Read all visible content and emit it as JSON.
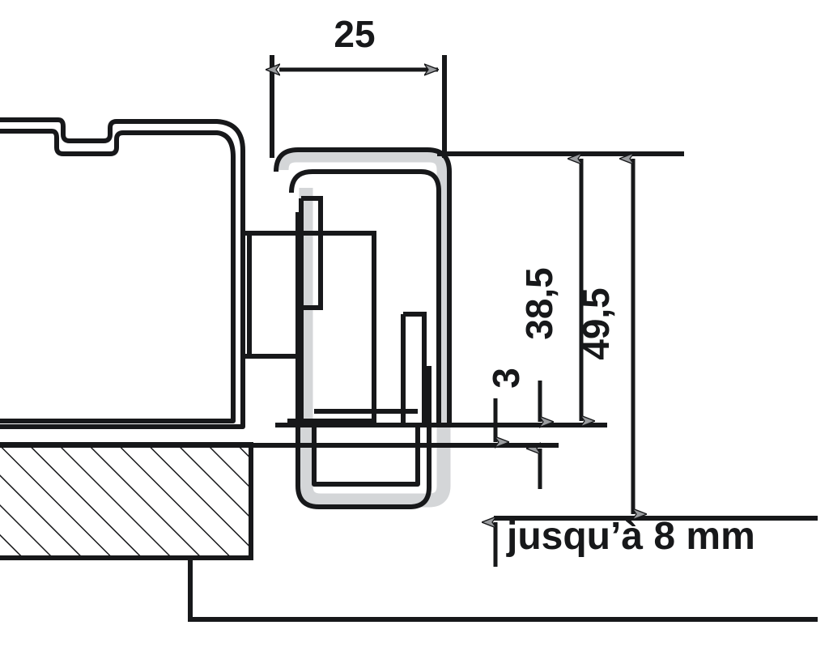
{
  "drawing": {
    "title": "Coupe technique tiroir / rail",
    "language": "fr",
    "units": "mm",
    "line_color": "#17181a",
    "fill_rail": "#d4d6d8",
    "fill_panel": "#ffffff",
    "hatch_color": "#17181a",
    "arrow_fill": "#9a9c9f",
    "background": "#ffffff"
  },
  "dimensions": {
    "width_top": {
      "label": "25",
      "value": 25,
      "orientation": "horizontal",
      "unit": "mm"
    },
    "height_inner": {
      "label": "38,5",
      "value": 38.5,
      "orientation": "vertical-rotated",
      "unit": "mm"
    },
    "height_outer": {
      "label": "49,5",
      "value": 49.5,
      "orientation": "vertical-rotated",
      "unit": "mm"
    },
    "gap_small": {
      "label": "3",
      "value": 3,
      "orientation": "vertical-rotated",
      "unit": "mm"
    },
    "panel_thickness": {
      "label": "jusqu’à 8 mm",
      "value": 8,
      "orientation": "horizontal",
      "unit": "mm"
    }
  },
  "parts": {
    "drawer_panel": "drawer-side-profile",
    "rail": "rail-runner-section",
    "hatched_board": "cross-sectioned-board",
    "leader": "leader-line"
  }
}
